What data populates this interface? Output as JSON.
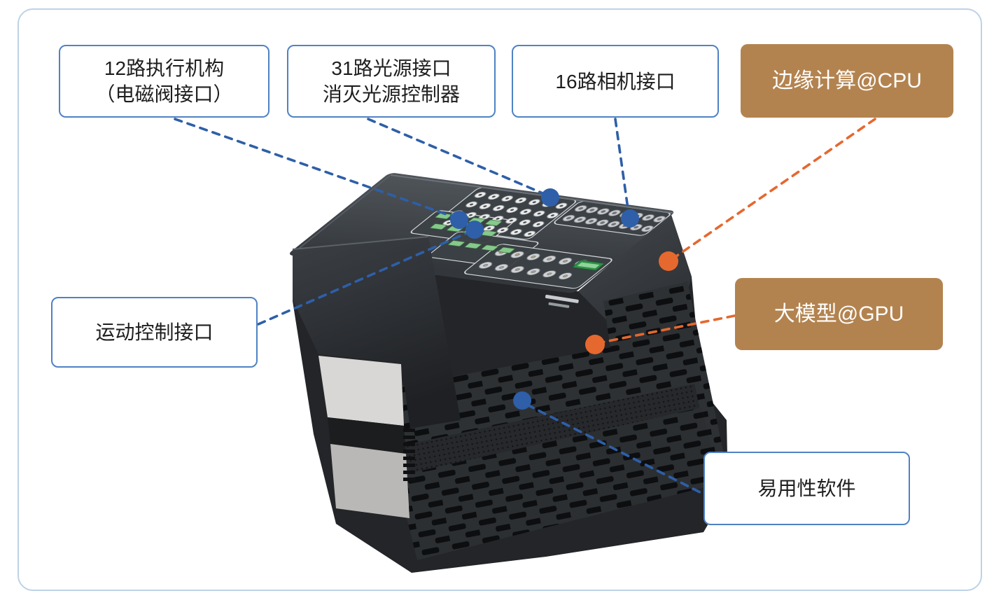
{
  "figure": {
    "type": "product-callout-diagram"
  },
  "colors": {
    "accent_blue": "#2e5fa8",
    "box_border_blue": "#4f82c4",
    "accent_orange": "#e5682f",
    "solid_box_brown": "#b3834f",
    "solid_box_text": "#ffffff",
    "frame_border": "#bdd2e6",
    "label_text": "#1e1e1e"
  },
  "callouts": [
    {
      "id": "actuator",
      "style": "outlined",
      "lines": [
        "12路执行机构",
        "（电磁阀接口）"
      ]
    },
    {
      "id": "light-source",
      "style": "outlined",
      "lines": [
        "31路光源接口",
        "消灭光源控制器"
      ]
    },
    {
      "id": "camera",
      "style": "outlined",
      "lines": [
        "16路相机接口"
      ]
    },
    {
      "id": "edge-cpu",
      "style": "solid",
      "lines": [
        "边缘计算@CPU"
      ]
    },
    {
      "id": "motion",
      "style": "outlined",
      "lines": [
        "运动控制接口"
      ]
    },
    {
      "id": "gpu",
      "style": "solid",
      "lines": [
        "大模型@GPU"
      ]
    },
    {
      "id": "software",
      "style": "outlined",
      "lines": [
        "易用性软件"
      ]
    }
  ],
  "markers": [
    {
      "id": "actuator",
      "color": "blue"
    },
    {
      "id": "motion",
      "color": "blue"
    },
    {
      "id": "light-source",
      "color": "blue"
    },
    {
      "id": "camera",
      "color": "blue"
    },
    {
      "id": "edge-cpu",
      "color": "orange"
    },
    {
      "id": "gpu",
      "color": "orange"
    },
    {
      "id": "software",
      "color": "blue"
    }
  ]
}
